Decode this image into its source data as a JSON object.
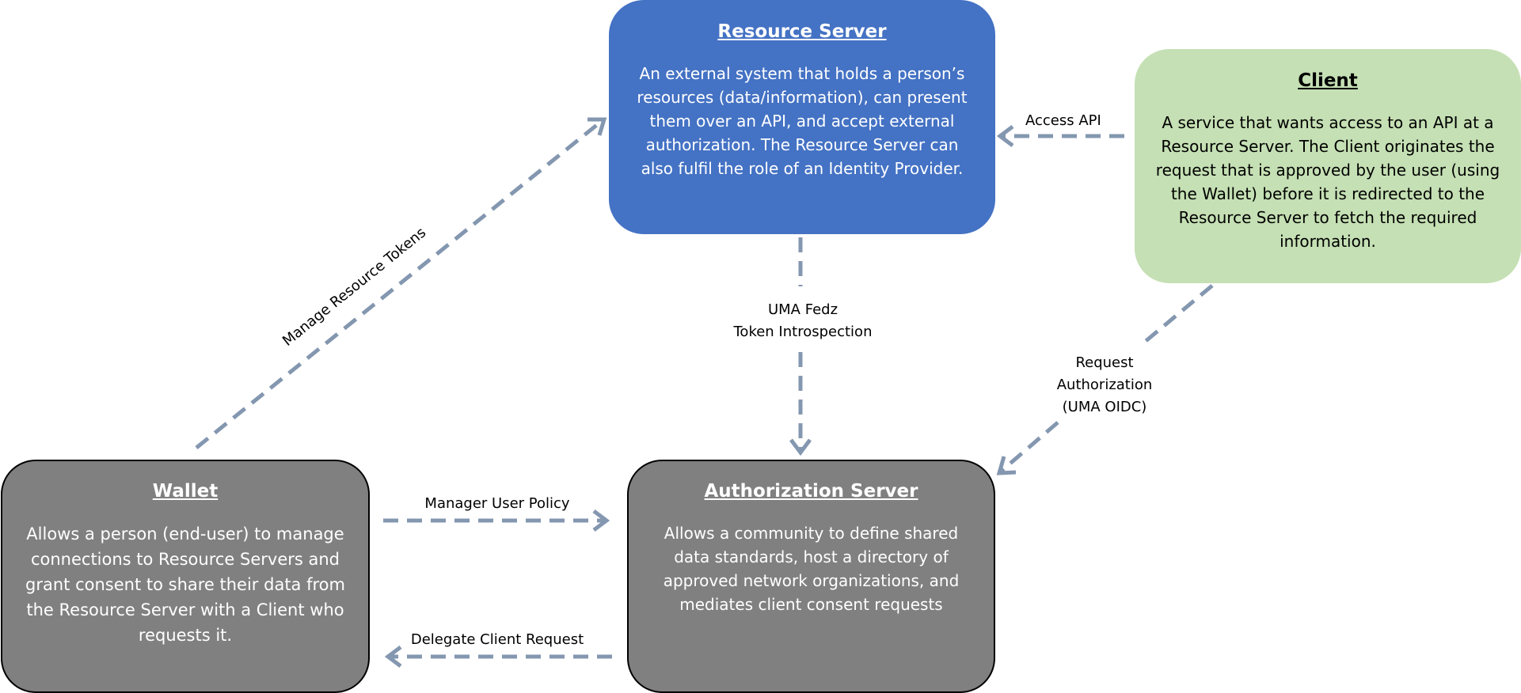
{
  "nodes": {
    "resource_server": {
      "title": "Resource Server",
      "description": "An external system that holds a person’s resources (data/information), can present them over an API, and accept external authorization. The Resource Server can also fulfil the role of an Identity Provider."
    },
    "client": {
      "title": "Client",
      "description": "A service that wants access to an API at a Resource Server. The Client originates the request that is approved by the user (using the Wallet) before it is redirected to the Resource Server to fetch the required information."
    },
    "wallet": {
      "title": "Wallet",
      "description": "Allows a person (end-user) to manage connections to Resource Servers and grant consent to share their data from the Resource Server with a Client who  requests it."
    },
    "authorization_server": {
      "title": "Authorization Server",
      "description": "Allows a community to define shared data standards, host a directory of approved network organizations, and mediates client consent requests"
    }
  },
  "edges": {
    "access_api": {
      "label": "Access API",
      "from": "Client",
      "to": "Resource Server"
    },
    "manage_resource_tokens": {
      "label": "Manage Resource Tokens",
      "from": "Wallet",
      "to": "Resource Server"
    },
    "uma_fedz": {
      "label_line1": "UMA Fedz",
      "label_line2": "Token Introspection",
      "from": "Resource Server",
      "to": "Authorization Server"
    },
    "request_authorization": {
      "label_line1": "Request",
      "label_line2": "Authorization",
      "label_line3": "(UMA OIDC)",
      "from": "Client",
      "to": "Authorization Server"
    },
    "manager_user_policy": {
      "label": "Manager User Policy",
      "from": "Wallet",
      "to": "Authorization Server"
    },
    "delegate_client_request": {
      "label": "Delegate Client Request",
      "from": "Authorization Server",
      "to": "Wallet"
    }
  },
  "colors": {
    "resource_server_fill": "#4472c4",
    "client_fill": "#c5e0b4",
    "wallet_fill": "#808080",
    "authorization_server_fill": "#808080",
    "arrow": "#8497b0"
  }
}
